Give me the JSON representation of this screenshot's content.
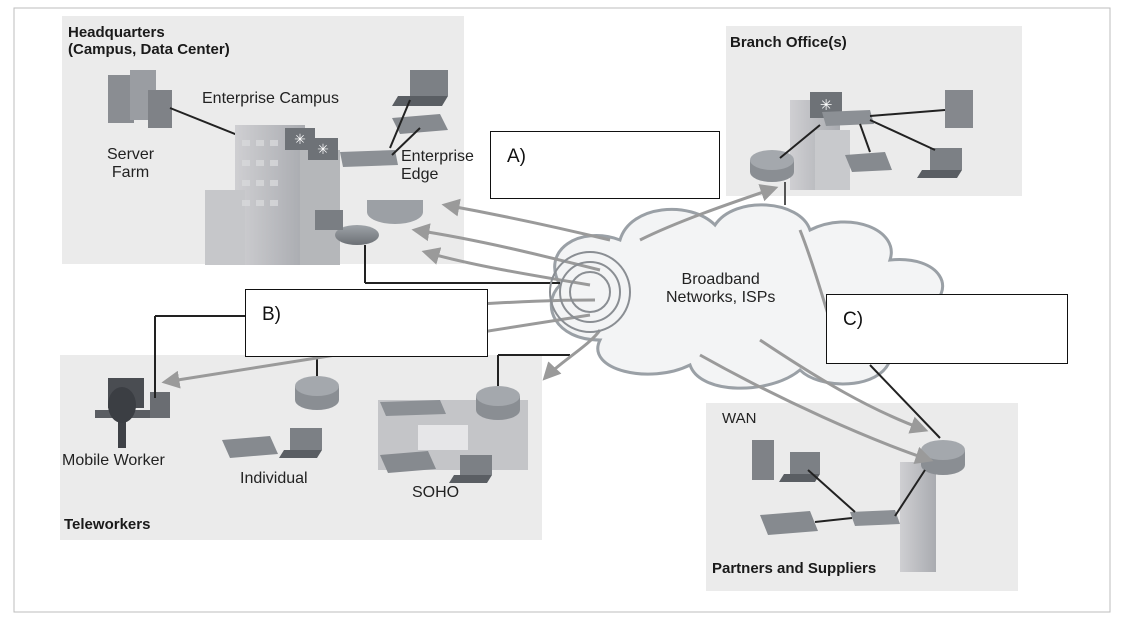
{
  "regions": {
    "headquarters": "Headquarters\n(Campus, Data Center)",
    "branch": "Branch Office(s)",
    "teleworkers": "Teleworkers",
    "partners": "Partners and Suppliers",
    "wan": "WAN"
  },
  "labels": {
    "enterprise_campus": "Enterprise Campus",
    "server_farm": "Server\nFarm",
    "enterprise_edge": "Enterprise\nEdge",
    "broadband": "Broadband\nNetworks, ISPs",
    "mobile_worker": "Mobile Worker",
    "individual": "Individual",
    "soho": "SOHO"
  },
  "answer_boxes": {
    "a": "A)",
    "b": "B)",
    "c": "C)"
  },
  "colors": {
    "region_fill": "#ebebeb",
    "link_line": "#9a9a9a",
    "device": "#8a8d92",
    "cloud_edge": "#9aa0a6"
  }
}
